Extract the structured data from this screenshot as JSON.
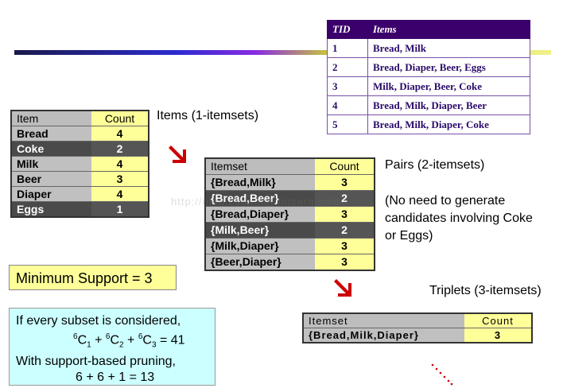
{
  "tid_table": {
    "headers": [
      "TID",
      "Items"
    ],
    "rows": [
      {
        "tid": "1",
        "items": "Bread, Milk"
      },
      {
        "tid": "2",
        "items": "Bread, Diaper, Beer, Eggs"
      },
      {
        "tid": "3",
        "items": "Milk, Diaper, Beer, Coke"
      },
      {
        "tid": "4",
        "items": "Bread, Milk, Diaper, Beer"
      },
      {
        "tid": "5",
        "items": "Bread, Milk, Diaper, Coke"
      }
    ]
  },
  "items_table": {
    "headers": [
      "Item",
      "Count"
    ],
    "rows": [
      {
        "item": "Bread",
        "count": "4",
        "shade": "light"
      },
      {
        "item": "Coke",
        "count": "2",
        "shade": "dark"
      },
      {
        "item": "Milk",
        "count": "4",
        "shade": "light"
      },
      {
        "item": "Beer",
        "count": "3",
        "shade": "light"
      },
      {
        "item": "Diaper",
        "count": "4",
        "shade": "light"
      },
      {
        "item": "Eggs",
        "count": "1",
        "shade": "dark"
      }
    ]
  },
  "pairs_table": {
    "headers": [
      "Itemset",
      "Count"
    ],
    "rows": [
      {
        "item": "{Bread,Milk}",
        "count": "3",
        "shade": "light"
      },
      {
        "item": "{Bread,Beer}",
        "count": "2",
        "shade": "dark"
      },
      {
        "item": "{Bread,Diaper}",
        "count": "3",
        "shade": "light"
      },
      {
        "item": "{Milk,Beer}",
        "count": "2",
        "shade": "dark"
      },
      {
        "item": "{Milk,Diaper}",
        "count": "3",
        "shade": "light"
      },
      {
        "item": "{Beer,Diaper}",
        "count": "3",
        "shade": "light"
      }
    ]
  },
  "triplet_table": {
    "headers": [
      "Itemset",
      "Count"
    ],
    "rows": [
      {
        "item": "{Bread,Milk,Diaper}",
        "count": "3",
        "shade": "light"
      }
    ]
  },
  "labels": {
    "items": "Items (1-itemsets)",
    "pairs": "Pairs (2-itemsets)",
    "note_line1": "(No need to generate",
    "note_line2": "candidates involving Coke",
    "note_line3": "or Eggs)",
    "triplets": "Triplets (3-itemsets)"
  },
  "min_support": "Minimum Support = 3",
  "subset_box": {
    "line1": "If every subset is considered,",
    "line2_a": "C",
    "sup": "6",
    "sub1": "1",
    "sub2": "2",
    "sub3": "3",
    "plus": " + ",
    "equals": " = 41",
    "line3": "With support-based pruning,",
    "line4": "6 + 6 + 1 = 13"
  },
  "watermark": "http://blog.csdn.net/bitcarmanlee",
  "colors": {
    "tid_header": "#3b006b",
    "count_fill": "#ffff99",
    "dark_row": "#4a4a4a",
    "light_row": "#c0c0c0",
    "min_support_fill": "#ffff99",
    "subset_fill": "#ccffff",
    "arrow": "#cc0000"
  }
}
